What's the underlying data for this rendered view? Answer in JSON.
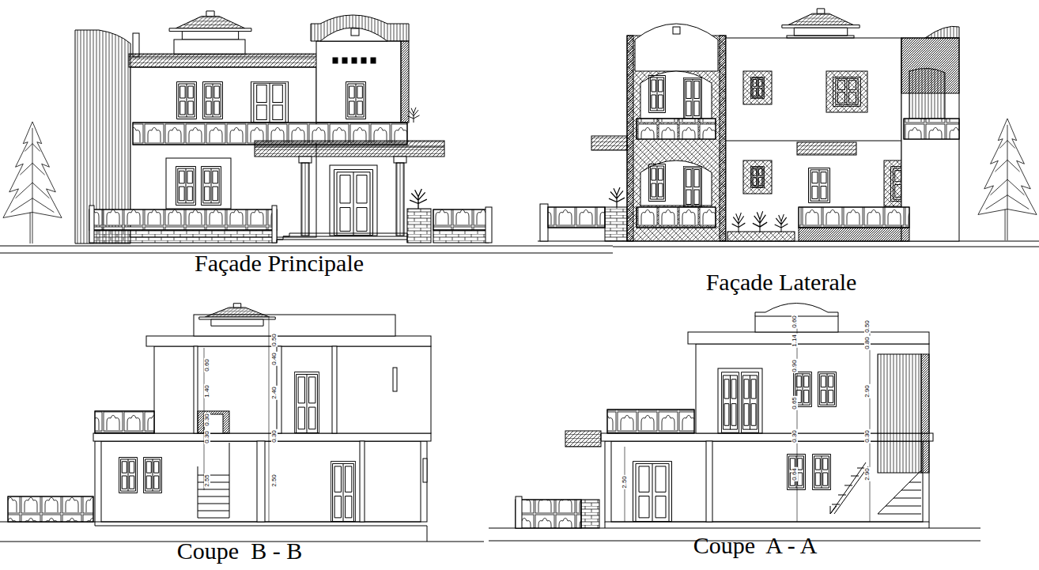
{
  "diagram": {
    "labels": [
      "Façade Principale",
      "Façade Laterale",
      "Coupe  B - B",
      "Coupe  A - A",
      "0.50",
      "0.40",
      "2.40",
      "0.30",
      "2.50",
      "0.60",
      "1.40",
      "0.30",
      "0.30",
      "2.55",
      "0.60",
      "1.14",
      "0.90",
      "0.65",
      "0.30",
      "0.64",
      "0.50",
      "0.80",
      "2.90",
      "0.30",
      "2.90",
      "2.50"
    ]
  }
}
